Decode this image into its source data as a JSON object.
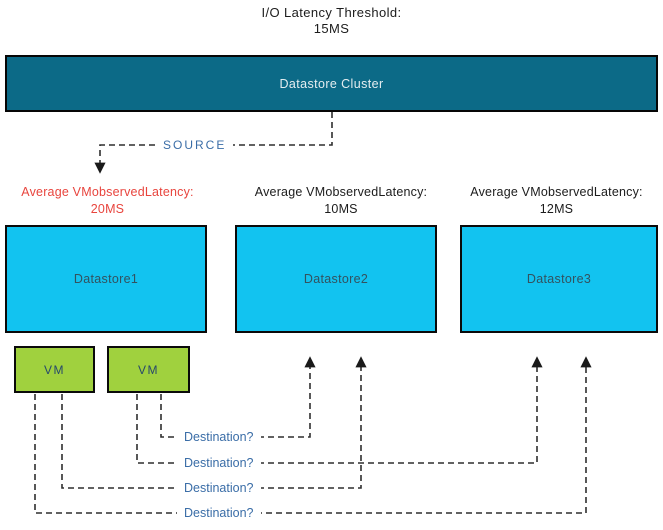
{
  "title": {
    "line1": "I/O Latency Threshold:",
    "line2": "15MS"
  },
  "cluster": {
    "label": "Datastore Cluster"
  },
  "source": {
    "label": "SOURCE"
  },
  "datastores": [
    {
      "name": "Datastore1",
      "latency_title": "Average VMobservedLatency:",
      "latency_value": "20MS",
      "status": "over-threshold"
    },
    {
      "name": "Datastore2",
      "latency_title": "Average VMobservedLatency:",
      "latency_value": "10MS",
      "status": "normal"
    },
    {
      "name": "Datastore3",
      "latency_title": "Average VMobservedLatency:",
      "latency_value": "12MS",
      "status": "normal"
    }
  ],
  "vms": [
    {
      "label": "VM"
    },
    {
      "label": "VM"
    }
  ],
  "destinations": [
    {
      "label": "Destination?"
    },
    {
      "label": "Destination?"
    },
    {
      "label": "Destination?"
    },
    {
      "label": "Destination?"
    }
  ],
  "colors": {
    "cluster_fill": "#0c6a87",
    "datastore_fill": "#12c3f0",
    "vm_fill": "#a0d13e",
    "alert_text": "#e8453e",
    "link_text": "#3a6da7",
    "connector_line": "#2e2e2e"
  }
}
